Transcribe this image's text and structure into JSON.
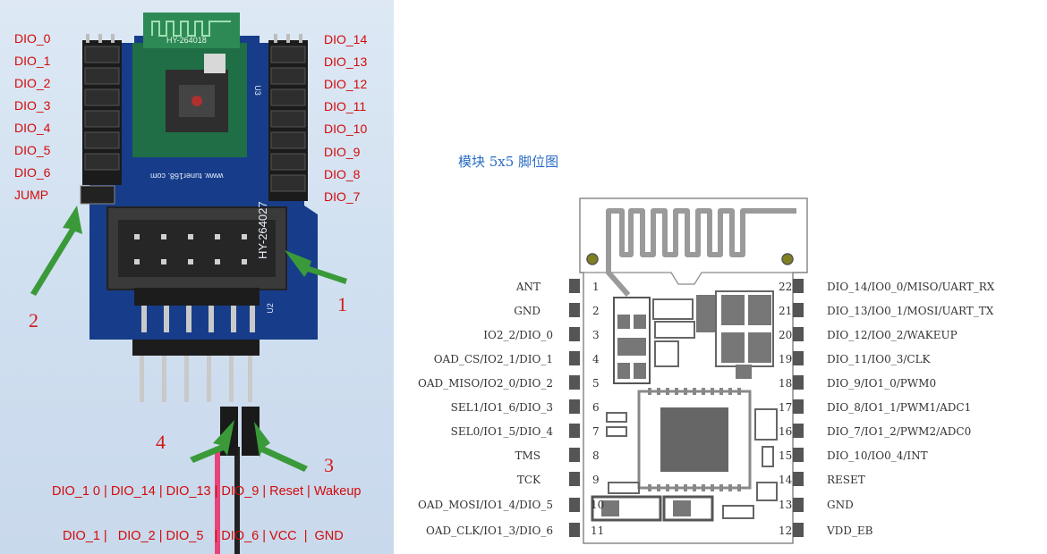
{
  "photo": {
    "left_labels": [
      "DIO_0",
      "DIO_1",
      "DIO_2",
      "DIO_3",
      "DIO_4",
      "DIO_5",
      "DIO_6",
      "JUMP"
    ],
    "right_labels": [
      "DIO_14",
      "DIO_13",
      "DIO_12",
      "DIO_11",
      "DIO_10",
      "DIO_9",
      "DIO_8",
      "DIO_7"
    ],
    "module_text": "HY-264018",
    "url_text": "www. tuner168. com",
    "board_text_u3": "U3",
    "board_text_u2": "U2",
    "board_text_hy": "HY-264027",
    "callouts": [
      "1",
      "2",
      "3",
      "4"
    ],
    "bottom_line_1": "DIO_1 0 | DIO_14 | DIO_13 | DIO_9 | Reset | Wakeup",
    "bottom_line_2": "DIO_1 |   DIO_2 | DIO_5   | DIO_6 | VCC  |  GND",
    "colors": {
      "label_red": "#d40a0a",
      "arrow_green": "#3a9a3a",
      "pcb_blue": "#173d8a"
    }
  },
  "diagram": {
    "title": "模块 5x5 脚位图",
    "left_pins": [
      {
        "num": "1",
        "label": "ANT"
      },
      {
        "num": "2",
        "label": "GND"
      },
      {
        "num": "3",
        "label": "IO2_2/DIO_0"
      },
      {
        "num": "4",
        "label": "OAD_CS/IO2_1/DIO_1"
      },
      {
        "num": "5",
        "label": "OAD_MISO/IO2_0/DIO_2"
      },
      {
        "num": "6",
        "label": "SEL1/IO1_6/DIO_3"
      },
      {
        "num": "7",
        "label": "SEL0/IO1_5/DIO_4"
      },
      {
        "num": "8",
        "label": "TMS"
      },
      {
        "num": "9",
        "label": "TCK"
      },
      {
        "num": "10",
        "label": "OAD_MOSI/IO1_4/DIO_5"
      },
      {
        "num": "11",
        "label": "OAD_CLK/IO1_3/DIO_6"
      }
    ],
    "right_pins": [
      {
        "num": "22",
        "label": "DIO_14/IO0_0/MISO/UART_RX"
      },
      {
        "num": "21",
        "label": "DIO_13/IO0_1/MOSI/UART_TX"
      },
      {
        "num": "20",
        "label": "DIO_12/IO0_2/WAKEUP"
      },
      {
        "num": "19",
        "label": "DIO_11/IO0_3/CLK"
      },
      {
        "num": "18",
        "label": "DIO_9/IO1_0/PWM0"
      },
      {
        "num": "17",
        "label": "DIO_8/IO1_1/PWM1/ADC1"
      },
      {
        "num": "16",
        "label": "DIO_7/IO1_2/PWM2/ADC0"
      },
      {
        "num": "15",
        "label": "DIO_10/IO0_4/INT"
      },
      {
        "num": "14",
        "label": "RESET"
      },
      {
        "num": "13",
        "label": "GND"
      },
      {
        "num": "12",
        "label": "VDD_EB"
      }
    ],
    "colors": {
      "title_blue": "#2a6cc4",
      "pad_gray": "#555555",
      "outline": "#8a8a8a"
    }
  }
}
